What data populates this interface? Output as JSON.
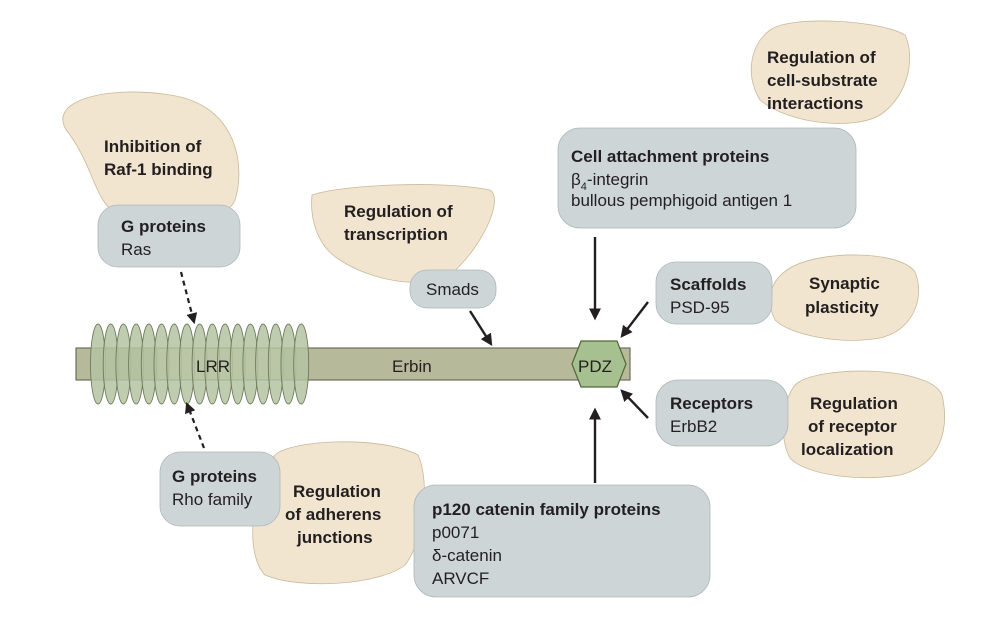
{
  "colors": {
    "process_blob": "#f1e5cf",
    "protein_box": "#cdd5d7",
    "backbone": "#b6b99a",
    "lrr_repeat": "#b5c3a2",
    "pdz_domain": "#a7c08f",
    "arrow": "#231f20"
  },
  "protein": {
    "name": "Erbin",
    "lrr_label": "LRR",
    "pdz_label": "PDZ"
  },
  "processes": {
    "raf": [
      "Inhibition of",
      "Raf-1 binding"
    ],
    "transcription": [
      "Regulation of",
      "transcription"
    ],
    "substrate": [
      "Regulation of",
      "cell-substrate",
      "interactions"
    ],
    "synaptic": [
      "Synaptic",
      "plasticity"
    ],
    "receptor_loc": [
      "Regulation",
      "of receptor",
      "localization"
    ],
    "adherens": [
      "Regulation",
      "of adherens",
      "junctions"
    ]
  },
  "partners": {
    "g_ras": {
      "title": "G proteins",
      "items": [
        "Ras"
      ]
    },
    "smads": {
      "items": [
        "Smads"
      ]
    },
    "cell_attach": {
      "title": "Cell attachment proteins",
      "beta": "β",
      "beta_sub": "4",
      "beta_rest": "-integrin",
      "items": [
        "bullous pemphigoid antigen 1"
      ]
    },
    "scaffolds": {
      "title": "Scaffolds",
      "items": [
        "PSD-95"
      ]
    },
    "receptors": {
      "title": "Receptors",
      "items": [
        "ErbB2"
      ]
    },
    "g_rho": {
      "title": "G proteins",
      "items": [
        "Rho family"
      ]
    },
    "p120": {
      "title": "p120 catenin family proteins",
      "items": [
        "p0071",
        "δ-catenin",
        "ARVCF"
      ]
    }
  }
}
